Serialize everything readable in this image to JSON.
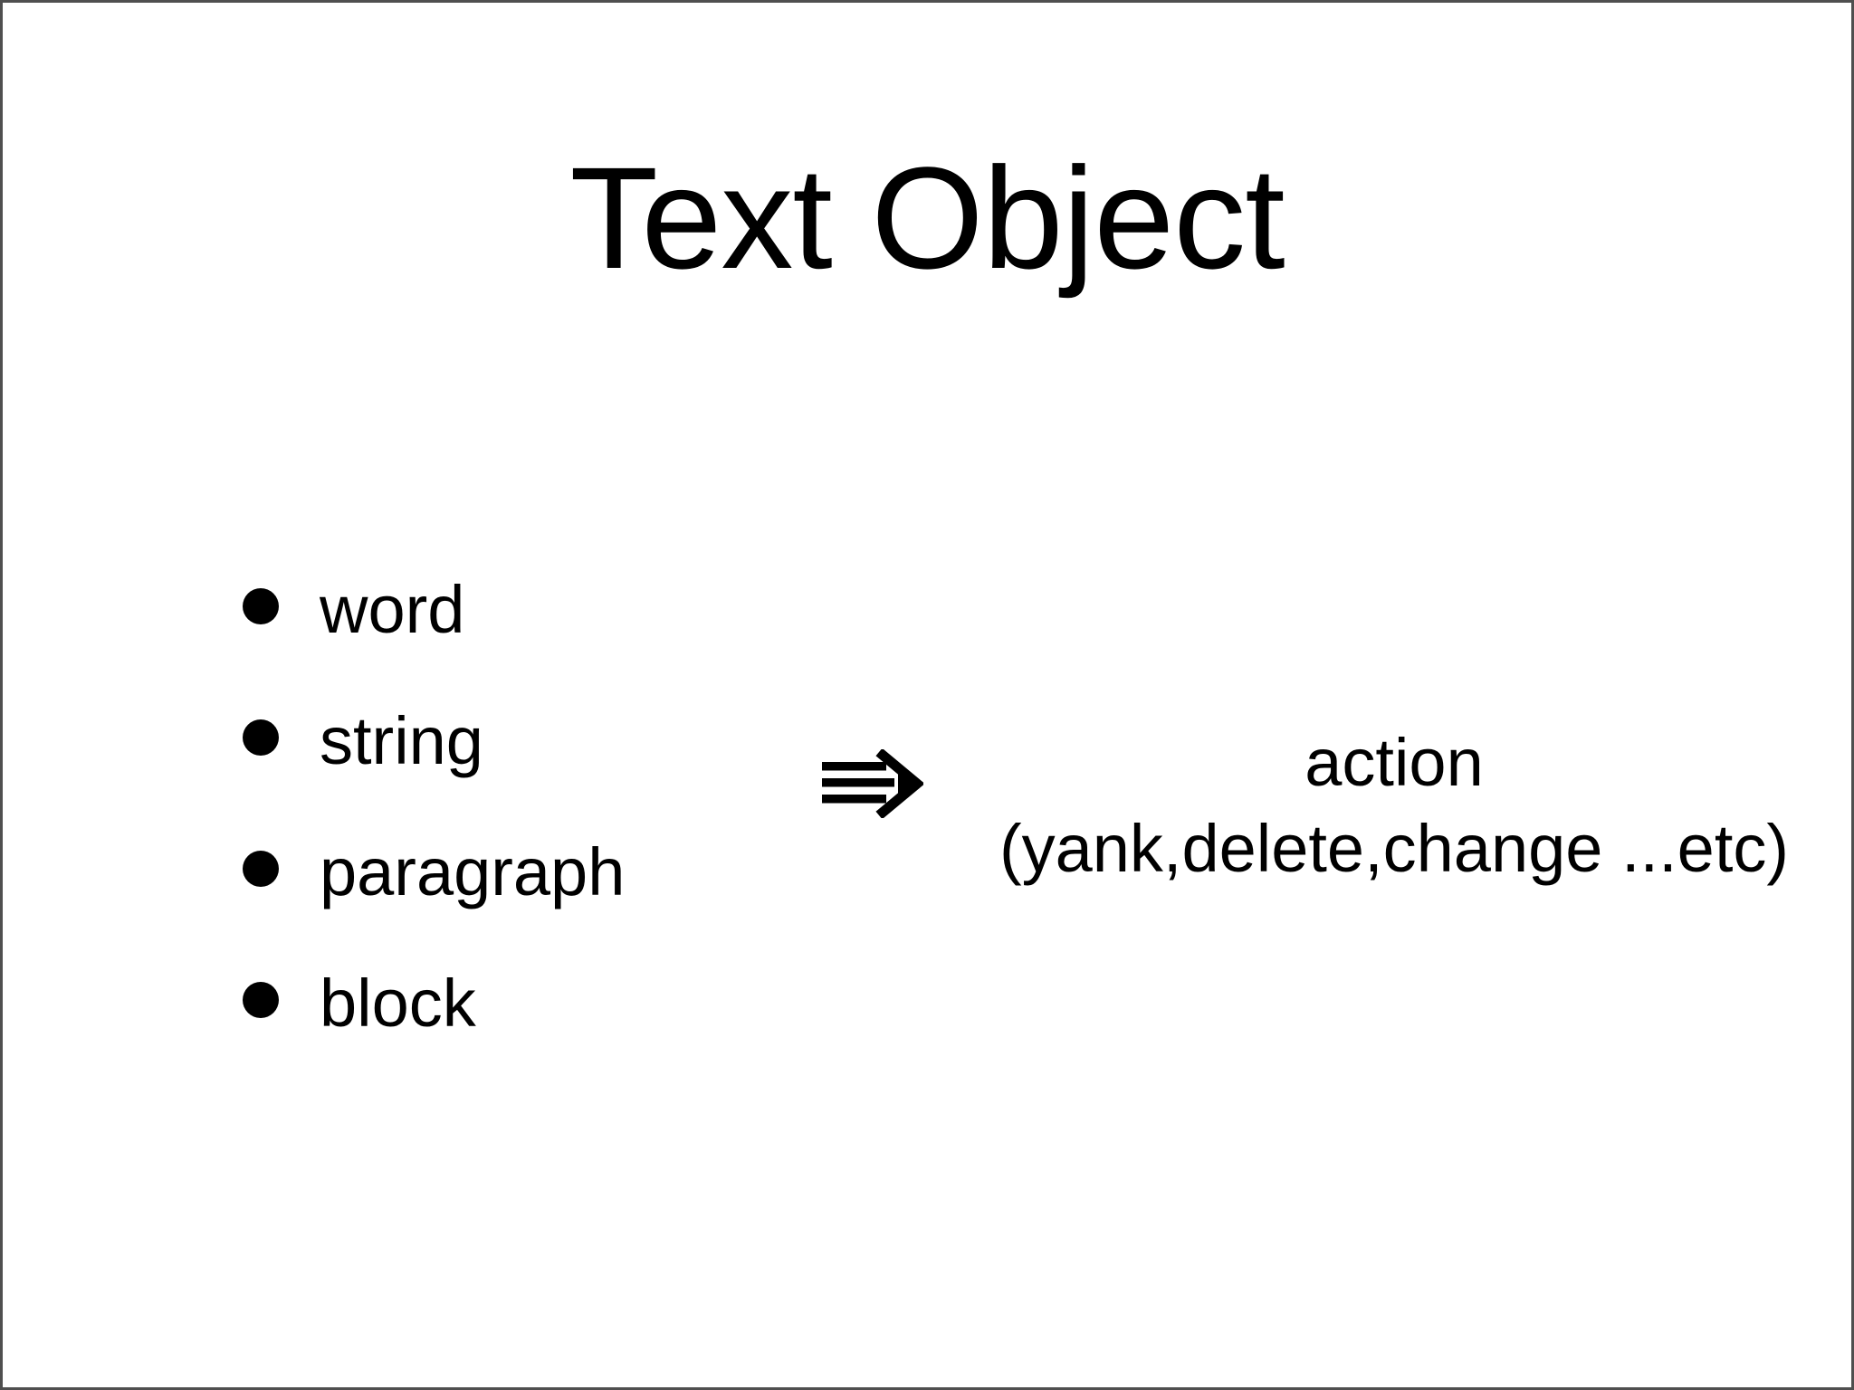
{
  "slide": {
    "title": "Text Object",
    "bullets": [
      "word",
      "string",
      "paragraph",
      "block"
    ],
    "arrow": {
      "icon": "triple-arrow-right"
    },
    "action": {
      "line1": "action",
      "line2": "(yank,delete,change ...etc)"
    },
    "colors": {
      "background": "#ffffff",
      "text": "#000000",
      "border": "#4f4f4f"
    }
  }
}
